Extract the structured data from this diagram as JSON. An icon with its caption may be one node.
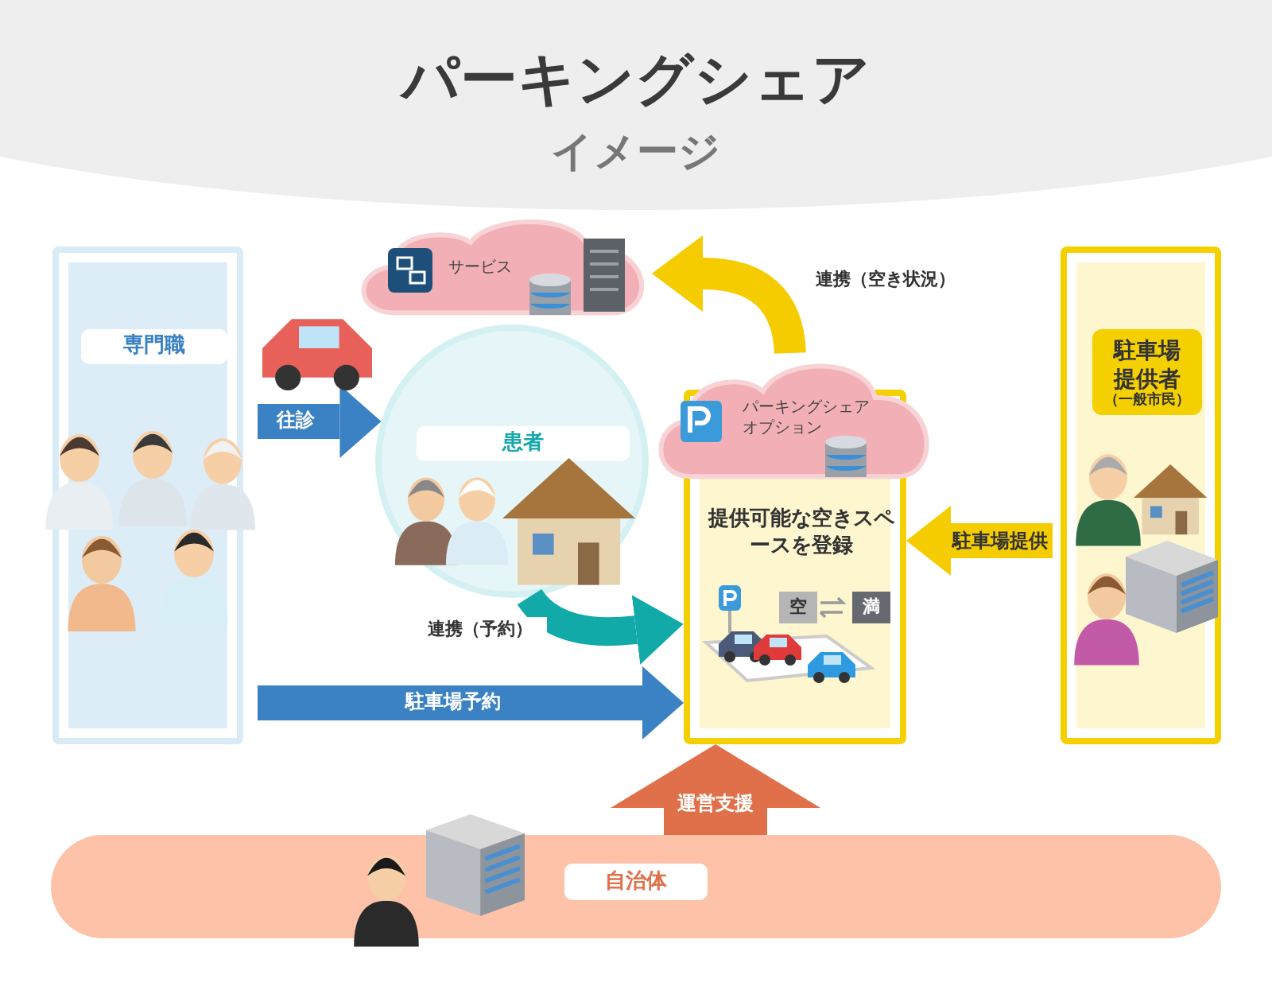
{
  "diagram": {
    "title": "パーキングシェア",
    "nodes": [
      {
        "text": [
          "専門職"
        ]
      },
      {
        "text": [
          "患者"
        ]
      },
      {
        "text": [
          "サービス"
        ]
      },
      {
        "text": [
          "提供可能な空きスペースを登録"
        ]
      },
      {
        "text": [
          "パーキングシェアオプション"
        ]
      },
      {
        "text": [
          "駐車場提供者",
          "（一般市民）"
        ]
      },
      {
        "text": [
          "自治体"
        ]
      }
    ],
    "edges": [
      {
        "from": 0,
        "to": 1,
        "arrow": "to",
        "label": "往診",
        "color": "#3a82c4"
      },
      {
        "from": 1,
        "to": 3,
        "arrow": "to",
        "label": "連携（予約）",
        "color": "#12a9a9"
      },
      {
        "from": 0,
        "to": 3,
        "arrow": "to",
        "label": "駐車場予約",
        "color": "#3a82c4"
      },
      {
        "from": 4,
        "to": 2,
        "arrow": "to",
        "label": "連携（空き状況）",
        "color": "#f5cc00"
      },
      {
        "from": 5,
        "to": 3,
        "arrow": "to",
        "label": "駐車場提供",
        "color": "#f5cc00"
      },
      {
        "from": 6,
        "to": 3,
        "arrow": "to",
        "label": "運営支援",
        "color": "#e0704a",
        "style": "thick"
      }
    ],
    "labels": [
      "イメージ",
      "空",
      "満"
    ]
  }
}
